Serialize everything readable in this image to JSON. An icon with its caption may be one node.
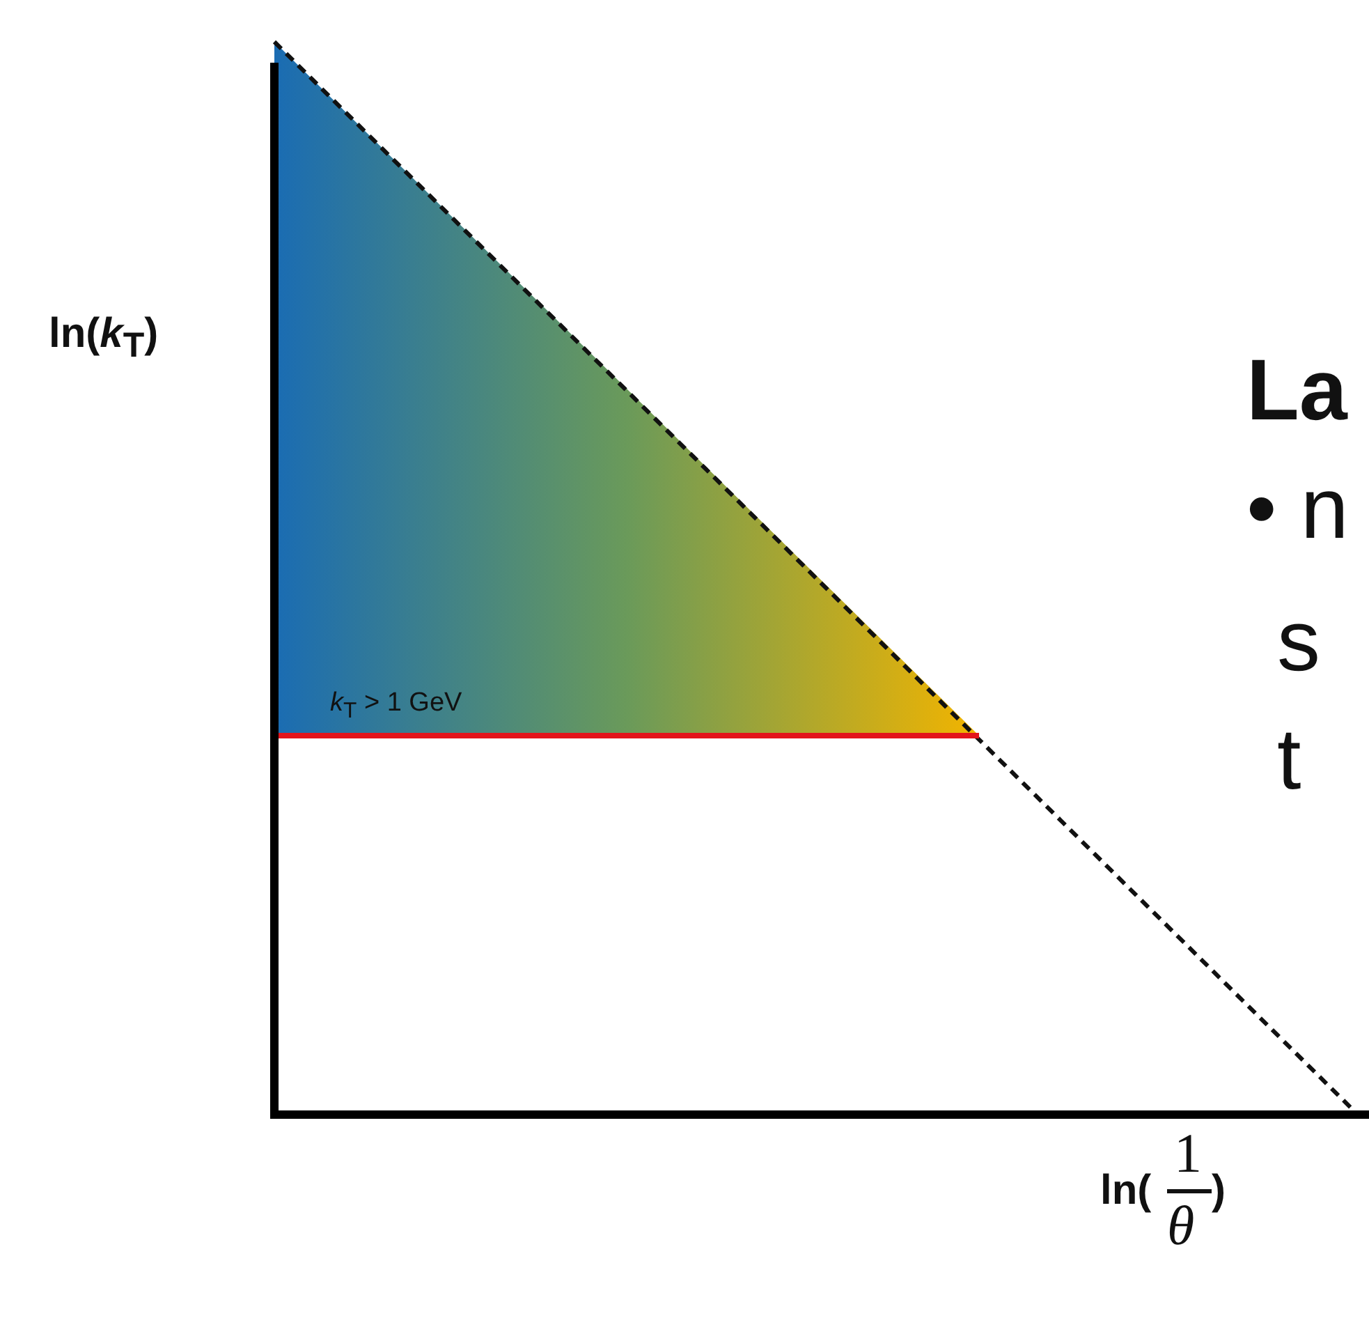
{
  "diagram": {
    "labels": [
      "ln(*k*$_{T}$)",
      "*k*$_{T}$ > 1 GeV",
      "ln(",
      "1",
      "*θ*",
      ")",
      "La",
      "• n",
      "s",
      "t"
    ]
  }
}
